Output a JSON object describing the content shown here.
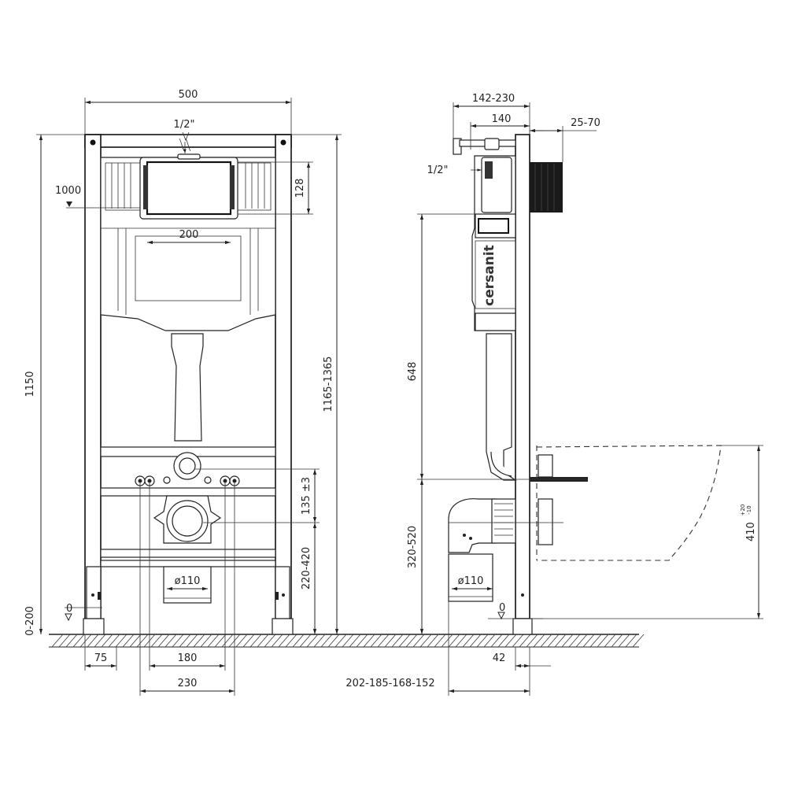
{
  "front": {
    "width": "500",
    "water_inlet": "1/2\"",
    "height": "1150",
    "level_ref": "1000",
    "button_height": "128",
    "button_width": "200",
    "install_height": "1165-1365",
    "drain_offset": "135 ±3",
    "drain_height": "220-420",
    "pipe_diameter": "ø110",
    "floor_zero": "0",
    "leg_range": "0-200",
    "leg_width": "75",
    "bolt_spacing_inner": "180",
    "bolt_spacing_outer": "230"
  },
  "side": {
    "depth": "142-230",
    "depth_inner": "140",
    "wall_plate": "25-70",
    "water_inlet": "1/2\"",
    "brand": "cersanit",
    "height_inlet": "648",
    "drain_height": "320-520",
    "pipe_diameter": "ø110",
    "floor_zero": "0",
    "bowl_height": "410",
    "bowl_tol_plus": "+20",
    "bowl_tol_minus": "-10",
    "foot_offset": "42",
    "pipe_offsets": "202-185-168-152"
  },
  "colors": {
    "line": "#222222",
    "fill": "#ffffff",
    "dark_plate": "#1a1a1a"
  }
}
